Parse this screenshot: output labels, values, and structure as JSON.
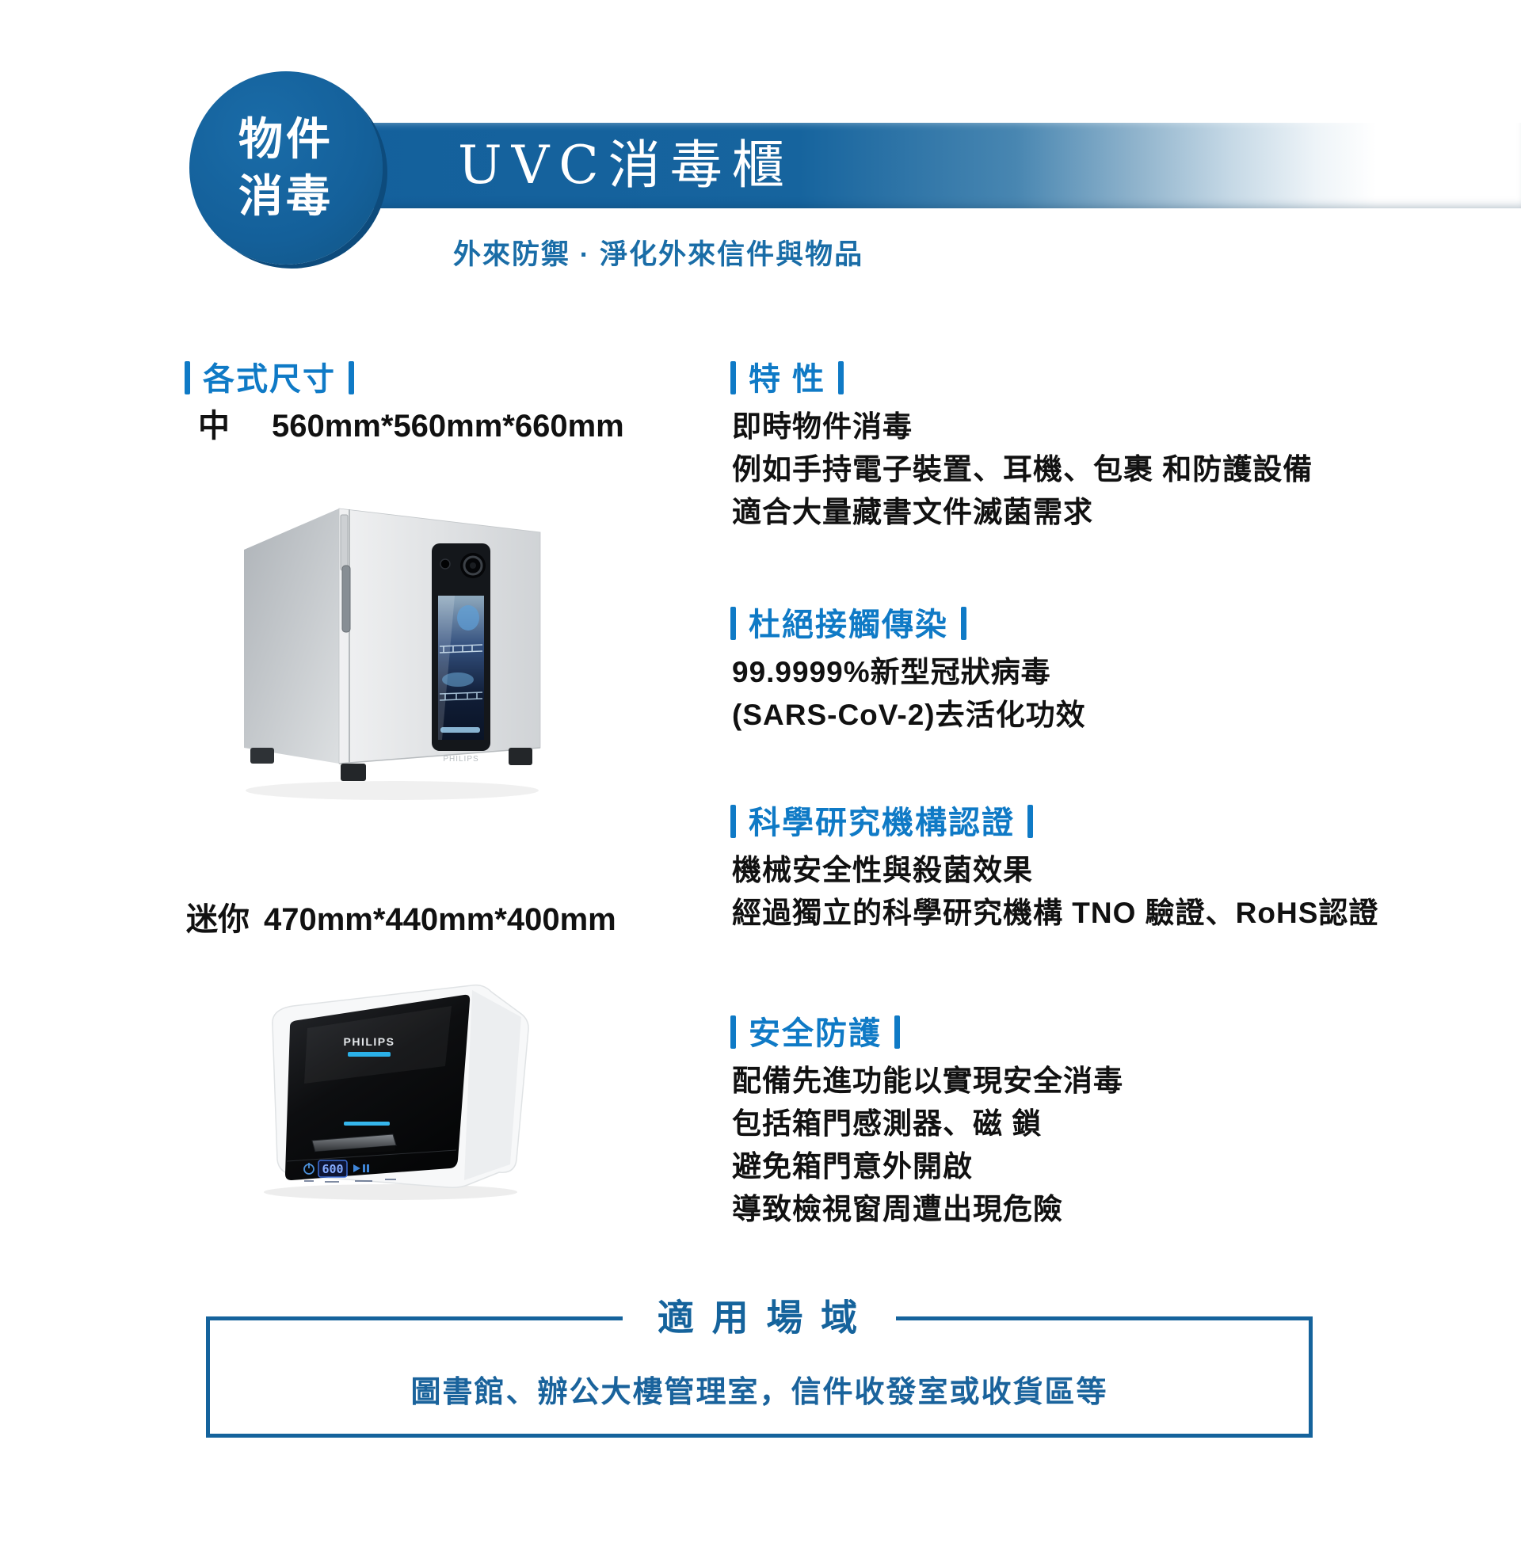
{
  "colors": {
    "accent": "#0f7ac6",
    "banner_blue": "#14609c",
    "badge_blue": "#14609a",
    "badge_rim": "#0d4b7c",
    "subtitle_blue": "#1a6da7",
    "footer_blue": "#15639c",
    "text": "#111111"
  },
  "badge": {
    "line1": "物件",
    "line2": "消毒"
  },
  "banner": {
    "title": "UVC消毒櫃",
    "subtitle": "外來防禦 · 淨化外來信件與物品"
  },
  "sizes": {
    "heading": "各式尺寸",
    "items": [
      {
        "label": "中",
        "dims": "560mm*560mm*660mm"
      },
      {
        "label": "迷你",
        "dims": "470mm*440mm*400mm"
      }
    ]
  },
  "products": {
    "medium": {
      "brand": "PHILIPS"
    },
    "mini": {
      "brand": "PHILIPS",
      "display_value": "600"
    }
  },
  "sections": [
    {
      "heading": "特 性",
      "lines": [
        "即時物件消毒",
        "例如手持電子裝置、耳機、包裹 和防護設備",
        "適合大量藏書文件滅菌需求"
      ]
    },
    {
      "heading": "杜絕接觸傳染",
      "lines": [
        "99.9999%新型冠狀病毒",
        "(SARS-CoV-2)去活化功效"
      ]
    },
    {
      "heading": "科學研究機構認證",
      "lines": [
        "機械安全性與殺菌效果",
        "經過獨立的科學研究機構 TNO 驗證、RoHS認證"
      ]
    },
    {
      "heading": "安全防護",
      "lines": [
        "配備先進功能以實現安全消毒",
        "包括箱門感測器、磁 鎖",
        "避免箱門意外開啟",
        "導致檢視窗周遭出現危險"
      ]
    }
  ],
  "footer": {
    "title": "適 用 場 域",
    "text": "圖書館、辦公大樓管理室，信件收發室或收貨區等"
  }
}
